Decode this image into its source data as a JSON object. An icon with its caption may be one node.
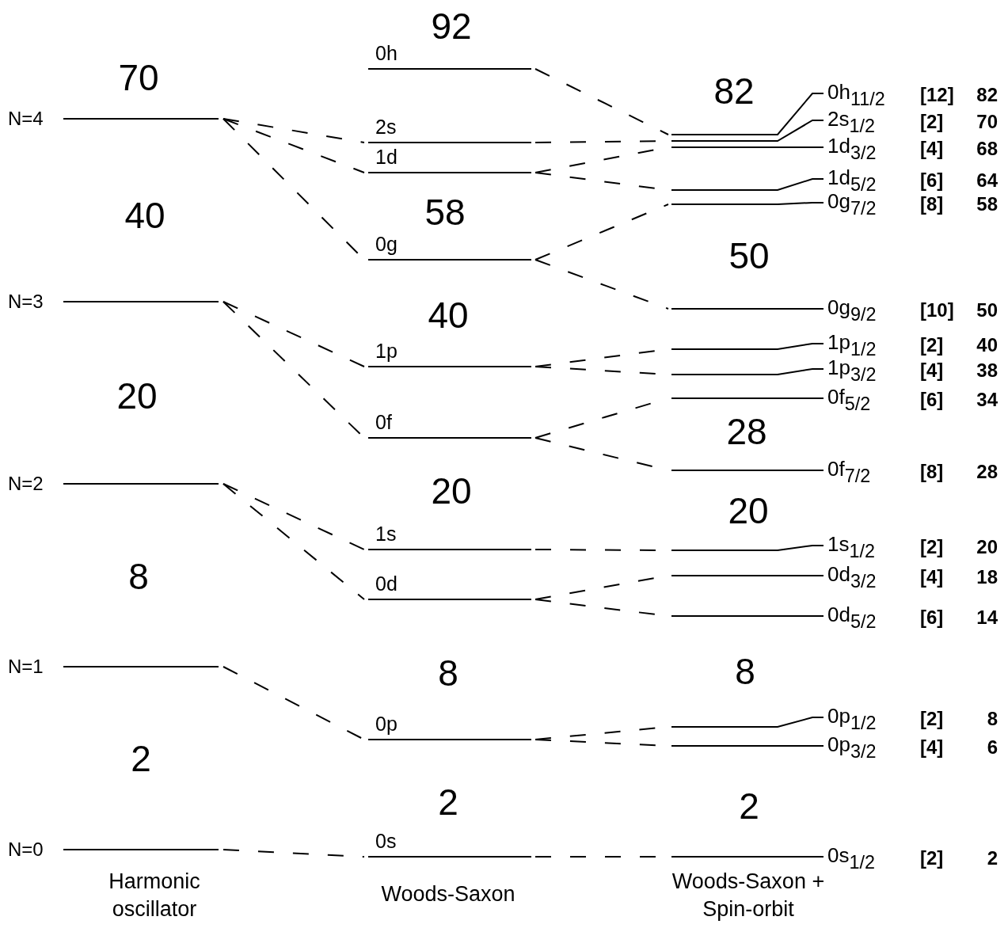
{
  "diagram": {
    "nodes": [
      {
        "text": [
          "N=4"
        ]
      },
      {
        "text": [
          "N=3"
        ]
      },
      {
        "text": [
          "N=2"
        ]
      },
      {
        "text": [
          "N=1"
        ]
      },
      {
        "text": [
          "N=0"
        ]
      },
      {
        "text": [
          "0h"
        ]
      },
      {
        "text": [
          "2s"
        ]
      },
      {
        "text": [
          "1d"
        ]
      },
      {
        "text": [
          "0g"
        ]
      },
      {
        "text": [
          "1p"
        ]
      },
      {
        "text": [
          "0f"
        ]
      },
      {
        "text": [
          "1s"
        ]
      },
      {
        "text": [
          "0d"
        ]
      },
      {
        "text": [
          "0p"
        ]
      },
      {
        "text": [
          "0s"
        ]
      },
      {
        "text": [
          "0h$_{11/2}$"
        ],
        "beside": [
          "[12]",
          "82"
        ]
      },
      {
        "text": [
          "2s$_{1/2}$"
        ],
        "beside": [
          "[2]",
          "70"
        ]
      },
      {
        "text": [
          "1d$_{3/2}$"
        ],
        "beside": [
          "[4]",
          "68"
        ]
      },
      {
        "text": [
          "1d$_{5/2}$"
        ],
        "beside": [
          "[6]",
          "64"
        ]
      },
      {
        "text": [
          "0g$_{7/2}$"
        ],
        "beside": [
          "[8]",
          "58"
        ]
      },
      {
        "text": [
          "0g$_{9/2}$"
        ],
        "beside": [
          "[10]",
          "50"
        ]
      },
      {
        "text": [
          "1p$_{1/2}$"
        ],
        "beside": [
          "[2]",
          "40"
        ]
      },
      {
        "text": [
          "1p$_{3/2}$"
        ],
        "beside": [
          "[4]",
          "38"
        ]
      },
      {
        "text": [
          "0f$_{5/2}$"
        ],
        "beside": [
          "[6]",
          "34"
        ]
      },
      {
        "text": [
          "0f$_{7/2}$"
        ],
        "beside": [
          "[8]",
          "28"
        ]
      },
      {
        "text": [
          "1s$_{1/2}$"
        ],
        "beside": [
          "[2]",
          "20"
        ]
      },
      {
        "text": [
          "0d$_{3/2}$"
        ],
        "beside": [
          "[4]",
          "18"
        ]
      },
      {
        "text": [
          "0d$_{5/2}$"
        ],
        "beside": [
          "[6]",
          "14"
        ]
      },
      {
        "text": [
          "0p$_{1/2}$"
        ],
        "beside": [
          "[2]",
          "8"
        ]
      },
      {
        "text": [
          "0p$_{3/2}$"
        ],
        "beside": [
          "[4]",
          "6"
        ]
      },
      {
        "text": [
          "0s$_{1/2}$"
        ],
        "beside": [
          "[2]",
          "2"
        ]
      }
    ],
    "edges": [
      {
        "from": 0,
        "to": 6,
        "arrow": "none",
        "style": "dashed"
      },
      {
        "from": 0,
        "to": 7,
        "arrow": "none",
        "style": "dashed"
      },
      {
        "from": 0,
        "to": 8,
        "arrow": "none",
        "style": "dashed"
      },
      {
        "from": 1,
        "to": 9,
        "arrow": "none",
        "style": "dashed"
      },
      {
        "from": 1,
        "to": 10,
        "arrow": "none",
        "style": "dashed"
      },
      {
        "from": 2,
        "to": 11,
        "arrow": "none",
        "style": "dashed"
      },
      {
        "from": 2,
        "to": 12,
        "arrow": "none",
        "style": "dashed"
      },
      {
        "from": 3,
        "to": 13,
        "arrow": "none",
        "style": "dashed"
      },
      {
        "from": 4,
        "to": 14,
        "arrow": "none",
        "style": "dashed"
      },
      {
        "from": 5,
        "to": 15,
        "arrow": "none",
        "style": "dashed"
      },
      {
        "from": 6,
        "to": 16,
        "arrow": "none",
        "style": "dashed"
      },
      {
        "from": 7,
        "to": 17,
        "arrow": "none",
        "style": "dashed"
      },
      {
        "from": 7,
        "to": 18,
        "arrow": "none",
        "style": "dashed"
      },
      {
        "from": 8,
        "to": 19,
        "arrow": "none",
        "style": "dashed"
      },
      {
        "from": 8,
        "to": 20,
        "arrow": "none",
        "style": "dashed"
      },
      {
        "from": 9,
        "to": 21,
        "arrow": "none",
        "style": "dashed"
      },
      {
        "from": 9,
        "to": 22,
        "arrow": "none",
        "style": "dashed"
      },
      {
        "from": 10,
        "to": 23,
        "arrow": "none",
        "style": "dashed"
      },
      {
        "from": 10,
        "to": 24,
        "arrow": "none",
        "style": "dashed"
      },
      {
        "from": 11,
        "to": 25,
        "arrow": "none",
        "style": "dashed"
      },
      {
        "from": 12,
        "to": 26,
        "arrow": "none",
        "style": "dashed"
      },
      {
        "from": 12,
        "to": 27,
        "arrow": "none",
        "style": "dashed"
      },
      {
        "from": 13,
        "to": 28,
        "arrow": "none",
        "style": "dashed"
      },
      {
        "from": 13,
        "to": 29,
        "arrow": "none",
        "style": "dashed"
      },
      {
        "from": 14,
        "to": 30,
        "arrow": "none",
        "style": "dashed"
      }
    ],
    "labels": [
      "92",
      "70",
      "82",
      "40",
      "58",
      "50",
      "40",
      "20",
      "28",
      "20",
      "20",
      "8",
      "8",
      "8",
      "2",
      "2",
      "2",
      "Harmonic oscillator",
      "Woods-Saxon",
      "Woods-Saxon + Spin-orbit"
    ]
  }
}
